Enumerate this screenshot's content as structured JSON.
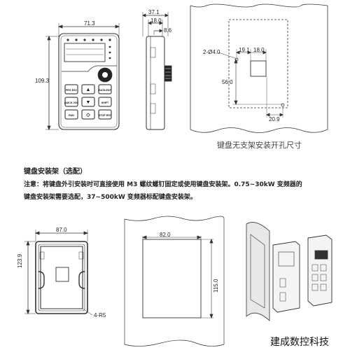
{
  "keypad_front": {
    "width": "71.3",
    "height": "109.3"
  },
  "keypad_side": {
    "depth": "37.1",
    "body": "18.0",
    "offset": "8.6"
  },
  "cutout_no_bracket": {
    "hole": "2-Ø4.0",
    "dim_a": "19.1",
    "dim_b": "18.0",
    "dim_c": "56.0",
    "dim_d": "20.9",
    "caption": "键盘无支架安装开孔尺寸"
  },
  "bracket_section": {
    "heading": "键盘安装架（选配）",
    "note_line1": "注意：将键盘外引安装时可直接使用 M3 螺纹螺钉固定或使用键盘安装架。0.75~30kW 变频器的",
    "note_line2": "键盘安装架需要选配，37~500kW 变频器标配键盘安装架。"
  },
  "bracket_front": {
    "width": "87.0",
    "height": "123.9",
    "corner": "4-R5"
  },
  "bracket_cutout": {
    "width": "82.0",
    "height": "115.0"
  },
  "keys": [
    {
      "label": "PRG ESC"
    },
    {
      "label": "▲"
    },
    {
      "label": "DATA ENT"
    },
    {
      "label": "QUICK JOG"
    },
    {
      "label": "▼"
    },
    {
      "label": "SHIFT"
    },
    {
      "label": "RUN"
    },
    {
      "label": "◇"
    },
    {
      "label": "STOP RST"
    }
  ],
  "watermark": "建成数控科技"
}
